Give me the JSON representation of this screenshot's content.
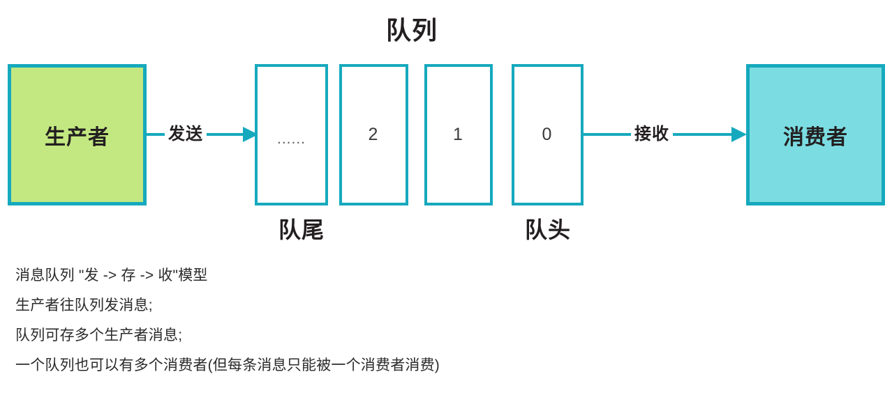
{
  "diagram": {
    "title": "队列",
    "producer": {
      "label": "生产者",
      "fill": "#c3e881",
      "stroke": "#16a9bd"
    },
    "consumer": {
      "label": "消费者",
      "fill": "#7bdde2",
      "stroke": "#16a9bd"
    },
    "queue": {
      "stroke": "#16a9bd",
      "fill": "#ffffff",
      "cells": [
        {
          "value": "......"
        },
        {
          "value": "2"
        },
        {
          "value": "1"
        },
        {
          "value": "0"
        }
      ],
      "tail_label": "队尾",
      "head_label": "队头"
    },
    "arrows": [
      {
        "name": "send",
        "label": "发送",
        "color": "#16a9bd",
        "direction": "right"
      },
      {
        "name": "receive",
        "label": "接收",
        "color": "#16a9bd",
        "direction": "right"
      }
    ],
    "notes": [
      "消息队列 \"发 -> 存 -> 收\"模型",
      "生产者往队列发消息;",
      "队列可存多个生产者消息;",
      "一个队列也可以有多个消费者(但每条消息只能被一个消费者消费)"
    ]
  }
}
